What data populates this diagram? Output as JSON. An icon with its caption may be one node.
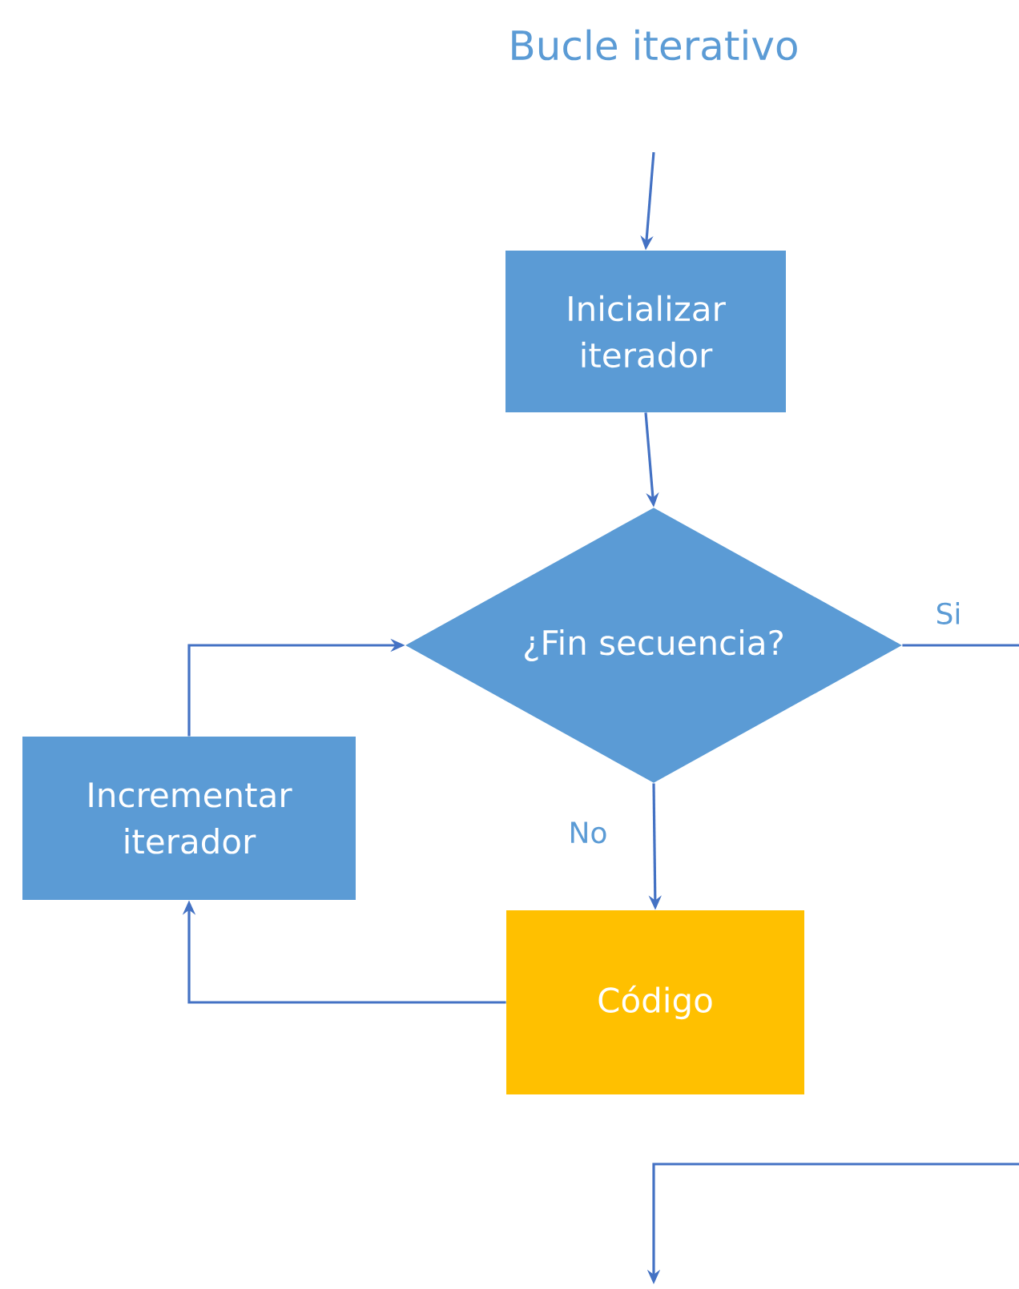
{
  "diagram": {
    "title": "Bucle iterativo",
    "nodes": [
      {
        "text": [
          "Inicializar iterador"
        ]
      },
      {
        "text": [
          "¿Fin secuencia?"
        ]
      },
      {
        "text": [
          "Incrementar iterador"
        ]
      },
      {
        "text": [
          "Código"
        ]
      }
    ],
    "edges": [
      {
        "from": null,
        "to": 0,
        "arrow": "to"
      },
      {
        "from": 0,
        "to": 1,
        "arrow": "to"
      },
      {
        "from": 1,
        "to": 3,
        "arrow": "to",
        "label": "No"
      },
      {
        "from": 3,
        "to": 2,
        "arrow": "to"
      },
      {
        "from": 2,
        "to": 1,
        "arrow": "to"
      },
      {
        "from": 1,
        "to": null,
        "arrow": "to",
        "label": "Si"
      }
    ]
  }
}
